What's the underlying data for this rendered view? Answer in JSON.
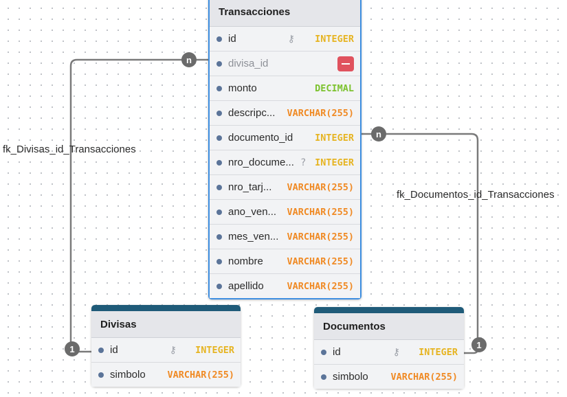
{
  "tables": {
    "transacciones": {
      "name": "Transacciones",
      "fields": [
        {
          "name": "id",
          "type": "INTEGER",
          "type_color": "#e6b422",
          "icon": "key-icon"
        },
        {
          "name": "divisa_id",
          "type": "",
          "icon": "remove-icon"
        },
        {
          "name": "monto",
          "type": "DECIMAL",
          "type_color": "#7cc22e"
        },
        {
          "name": "descripc...",
          "type": "VARCHAR(255)",
          "type_color": "#f08a24"
        },
        {
          "name": "documento_id",
          "type": "INTEGER",
          "type_color": "#e6b422"
        },
        {
          "name": "nro_docume...",
          "type": "INTEGER",
          "type_color": "#e6b422",
          "icon": "nullable-icon",
          "icon_text": "?"
        },
        {
          "name": "nro_tarj...",
          "type": "VARCHAR(255)",
          "type_color": "#f08a24"
        },
        {
          "name": "ano_ven...",
          "type": "VARCHAR(255)",
          "type_color": "#f08a24"
        },
        {
          "name": "mes_ven...",
          "type": "VARCHAR(255)",
          "type_color": "#f08a24"
        },
        {
          "name": "nombre",
          "type": "VARCHAR(255)",
          "type_color": "#f08a24"
        },
        {
          "name": "apellido",
          "type": "VARCHAR(255)",
          "type_color": "#f08a24"
        }
      ]
    },
    "divisas": {
      "name": "Divisas",
      "fields": [
        {
          "name": "id",
          "type": "INTEGER",
          "type_color": "#e6b422",
          "icon": "key-icon"
        },
        {
          "name": "simbolo",
          "type": "VARCHAR(255)",
          "type_color": "#f08a24"
        }
      ]
    },
    "documentos": {
      "name": "Documentos",
      "fields": [
        {
          "name": "id",
          "type": "INTEGER",
          "type_color": "#e6b422",
          "icon": "key-icon"
        },
        {
          "name": "simbolo",
          "type": "VARCHAR(255)",
          "type_color": "#f08a24"
        }
      ]
    }
  },
  "relations": [
    {
      "label": "fk_Divisas_id_Transacciones",
      "from_cardinality": "n",
      "to_cardinality": "1"
    },
    {
      "label": "fk_Documentos_id_Transacciones",
      "from_cardinality": "n",
      "to_cardinality": "1"
    }
  ],
  "colors": {
    "edge": "#7a7a7a",
    "table_bar": "#1f5b79",
    "selected_border": "#3d8ee0",
    "remove_button": "#e0525e"
  }
}
